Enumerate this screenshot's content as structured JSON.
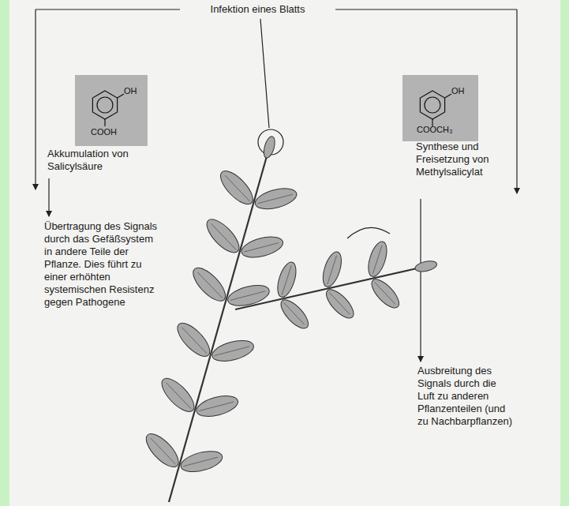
{
  "diagram": {
    "nodes": [
      {
        "text": [
          "OH",
          "COOH"
        ]
      },
      {
        "text": [
          "OH",
          "COOCH₃"
        ]
      }
    ],
    "labels": [
      "Infektion eines Blatts",
      "Akkumulation von Salicylsäure",
      "Übertragung des Signals durch das Gefäßsystem in andere Teile der Pflanze. Dies führt zu einer erhöhten systemischen Resistenz gegen Pathogene",
      "Synthese und Freisetzung von Methylsalicylat",
      "Ausbreitung des Signals durch die Luft zu anderen Pflanzenteilen (und zu Nachbarpflanzen)"
    ]
  }
}
